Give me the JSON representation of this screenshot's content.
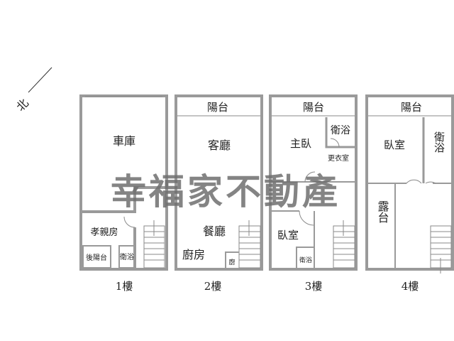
{
  "compass": {
    "label": "北"
  },
  "watermark": "幸福家不動產",
  "floors": [
    {
      "name": "1樓",
      "rooms": [
        "車庫",
        "孝親房",
        "後陽台",
        "衛浴"
      ]
    },
    {
      "name": "2樓",
      "rooms": [
        "陽台",
        "客廳",
        "餐廳",
        "廚房",
        "廚"
      ]
    },
    {
      "name": "3樓",
      "rooms": [
        "陽台",
        "主臥",
        "衛浴",
        "更衣室",
        "臥室",
        "衛浴"
      ]
    },
    {
      "name": "4樓",
      "rooms": [
        "陽台",
        "臥室",
        "衛浴",
        "露台"
      ]
    }
  ],
  "colors": {
    "wall": "#9a9a9a",
    "watermark": "#6f6f6f"
  }
}
